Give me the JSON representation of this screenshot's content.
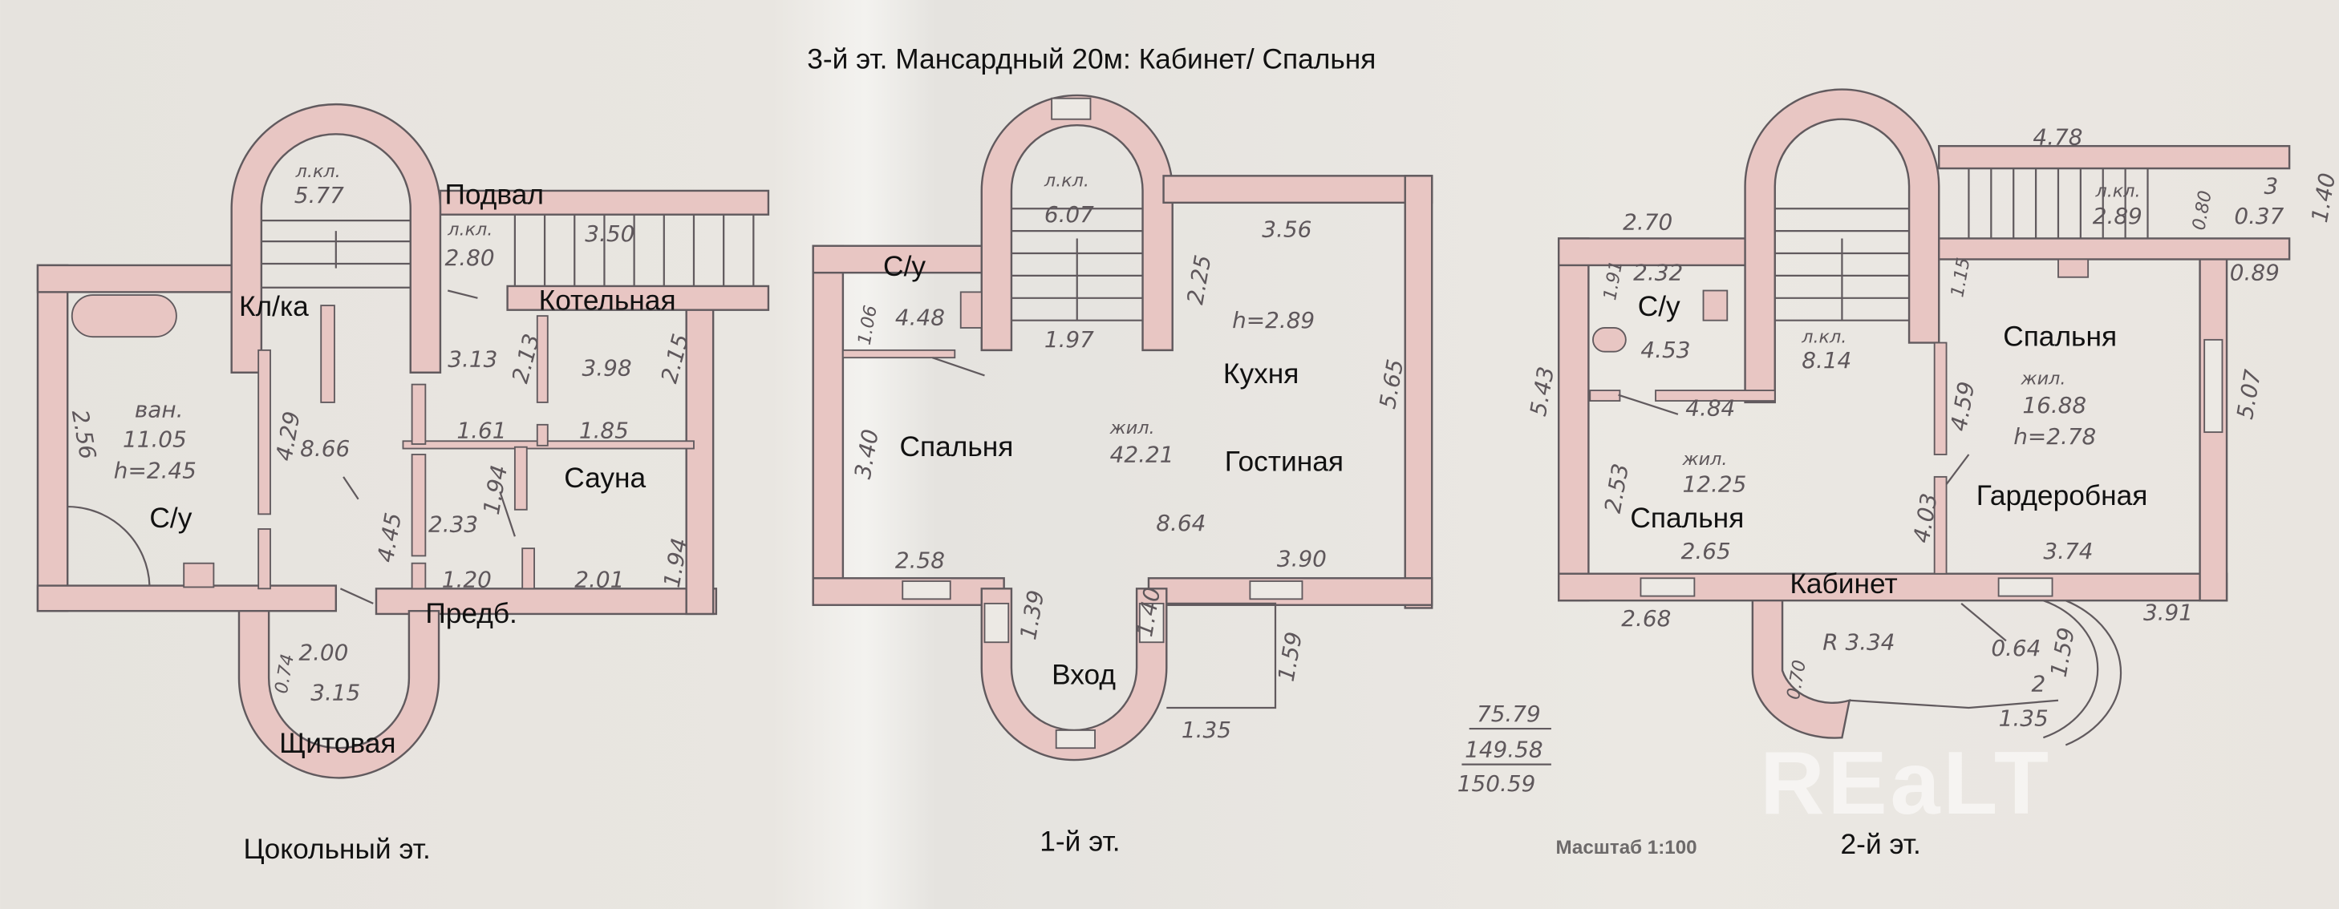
{
  "title": "3-й эт. Мансардный 20м: Кабинет/ Спальня",
  "scale_label": "Масштаб 1:100",
  "watermark": "REaLT",
  "totals": [
    "75.79",
    "149.58",
    "150.59"
  ],
  "colors": {
    "wall": "#e8c6c3",
    "ink": "#615a5e",
    "paper": "#e8e5e0"
  },
  "plans": [
    {
      "caption": "Цокольный эт.",
      "rooms": [
        "Подвал",
        "Кл/ка",
        "Котельная",
        "С/у",
        "Сауна",
        "Предб.",
        "Щитовая"
      ],
      "dims": [
        "л.кл.",
        "5.77",
        "л.кл.",
        "2.80",
        "3.50",
        "3.13",
        "2.13",
        "3.98",
        "2.15",
        "1.61",
        "1.85",
        "ван.",
        "11.05",
        "h=2.45",
        "2.56",
        "4.29",
        "8.66",
        "2.33",
        "1.94",
        "4.45",
        "1.20",
        "2.01",
        "1.94",
        "2.00",
        "0.74",
        "3.15"
      ]
    },
    {
      "caption": "1-й эт.",
      "rooms": [
        "С/у",
        "Спальня",
        "Кухня",
        "Гостиная",
        "Вход"
      ],
      "dims": [
        "л.кл.",
        "6.07",
        "3.56",
        "2.25",
        "4.48",
        "1.06",
        "1.97",
        "h=2.89",
        "5.65",
        "жил.",
        "42.21",
        "3.40",
        "8.64",
        "2.58",
        "3.90",
        "1.39",
        "1.40",
        "1.59",
        "1.35"
      ]
    },
    {
      "caption": "2-й эт.",
      "rooms": [
        "С/у",
        "Спальня",
        "Спальня",
        "Гардеробная",
        "Кабинет"
      ],
      "dims": [
        "4.78",
        "2.70",
        "2.32",
        "1.91",
        "4.53",
        "л.кл.",
        "8.14",
        "1.15",
        "5.43",
        "4.84",
        "4.59",
        "жил.",
        "16.88",
        "h=2.78",
        "5.07",
        "жил.",
        "12.25",
        "2.53",
        "4.03",
        "2.65",
        "3.74",
        "2.68",
        "3.91",
        "R 3.34",
        "0.70",
        "0.64",
        "1.59",
        "2",
        "1.35",
        "л.кл.",
        "2.89",
        "0.80",
        "3",
        "0.37",
        "1.40",
        "0.89"
      ]
    }
  ]
}
